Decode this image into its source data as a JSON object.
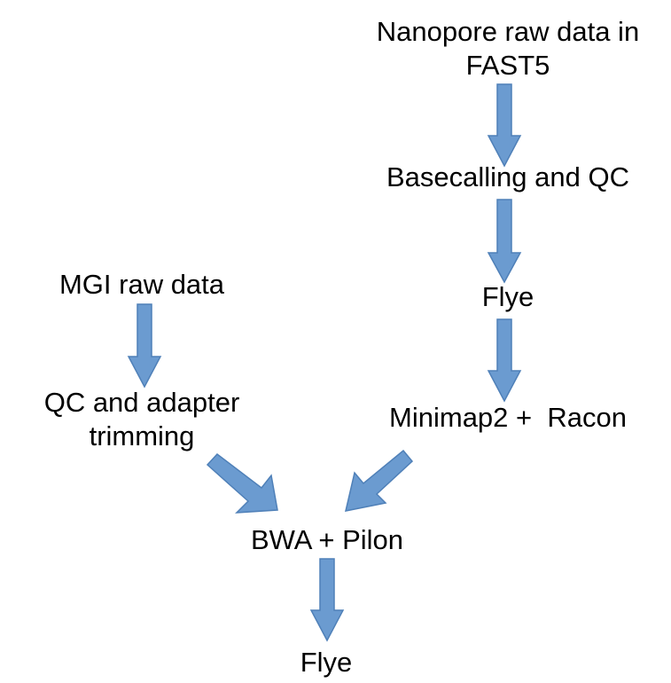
{
  "diagram": {
    "arrow_color": "#6b9bd0",
    "arrow_stroke": "#4f80b8",
    "nodes": {
      "nanopore_raw": {
        "line1": "Nanopore raw data in",
        "line2": "FAST5"
      },
      "basecalling": {
        "label": "Basecalling and QC"
      },
      "flye_nanopore": {
        "label": "Flye"
      },
      "minimap_racon": {
        "label": "Minimap2 +  Racon"
      },
      "mgi_raw": {
        "label": "MGI raw data"
      },
      "qc_trimming": {
        "line1": "QC and adapter",
        "line2": "trimming"
      },
      "bwa_pilon": {
        "label": "BWA + Pilon"
      },
      "flye_final": {
        "label": "Flye"
      }
    }
  }
}
